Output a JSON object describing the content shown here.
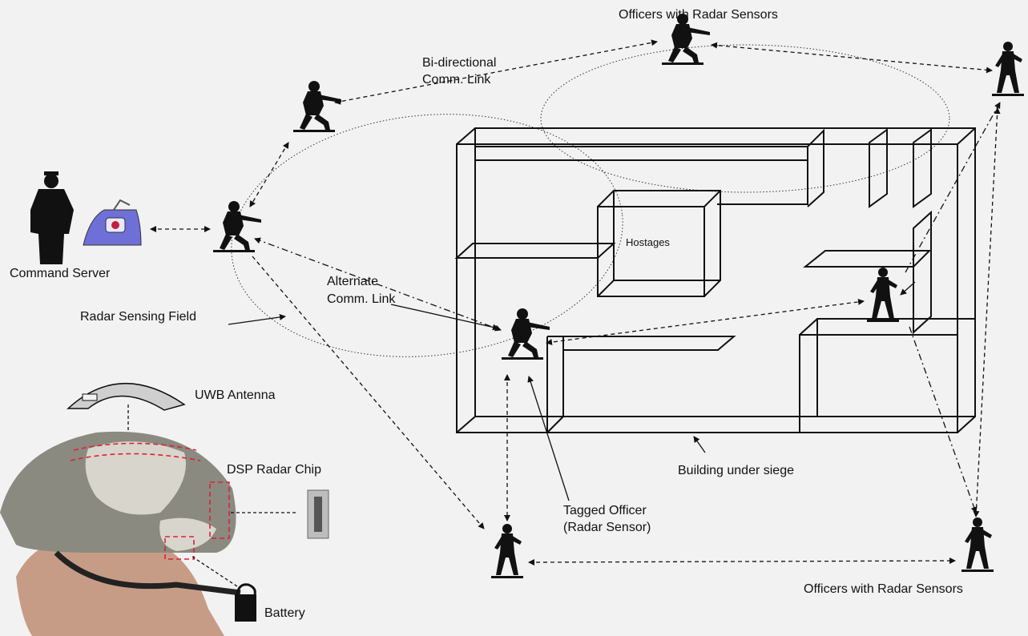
{
  "labels": {
    "officers_top": "Officers with Radar Sensors",
    "bidir_line1": "Bi-directional",
    "bidir_line2": "Comm. Link",
    "command_server": "Command Server",
    "hostages": "Hostages",
    "alternate_line1": "Alternate",
    "alternate_line2": "Comm. Link",
    "radar_field": "Radar Sensing Field",
    "uwb_antenna": "UWB Antenna",
    "dsp_chip": "DSP Radar Chip",
    "building": "Building under siege",
    "tagged_line1": "Tagged Officer",
    "tagged_line2": "(Radar Sensor)",
    "officers_bottom": "Officers with Radar Sensors",
    "battery": "Battery"
  },
  "colors": {
    "background": "#f2f2f2",
    "ink": "#111111",
    "helmet": "#8a8a80",
    "helmet_highlight": "#d8d6cc",
    "highlight_dashes": "#e0203a",
    "server": "#6f6fd8"
  },
  "icons": {
    "soldier": "soldier-silhouette-icon",
    "commander": "commander-silhouette-icon",
    "server": "command-server-icon",
    "antenna": "uwb-antenna-icon",
    "chip": "dsp-radar-chip-icon",
    "battery": "battery-icon",
    "helmet": "helmet-icon"
  }
}
